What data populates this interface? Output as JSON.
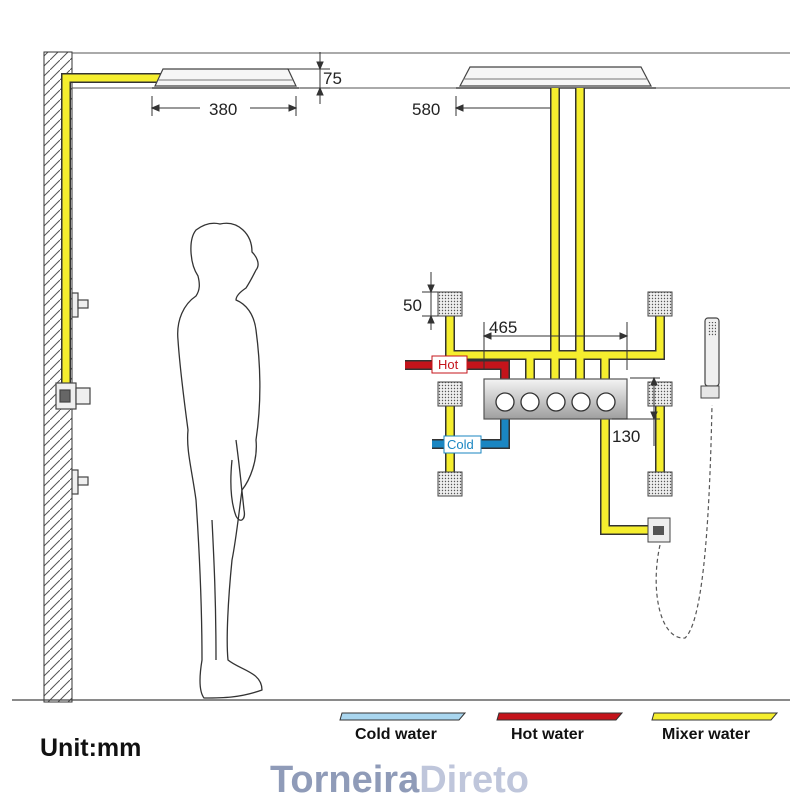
{
  "dimensions": {
    "ceiling_offset": "75",
    "rain_small_width": "380",
    "rain_large_width": "580",
    "jet_height": "50",
    "jet_spacing": "465",
    "valve_offset": "130"
  },
  "labels": {
    "hot": "Hot",
    "cold": "Cold"
  },
  "legend": {
    "cold": "Cold water",
    "hot": "Hot water",
    "mixer": "Mixer water"
  },
  "unit_text": "Unit:mm",
  "brand": {
    "part1": "Torneira",
    "part2": "Direto"
  },
  "colors": {
    "mixer": "#f5ee2e",
    "hot": "#c4141b",
    "cold": "#1a86c2",
    "cold_legend": "#a9d6ef",
    "brand1": "#8f9bb8",
    "brand2": "#bfc6db"
  },
  "icons": [
    "wall-hatch-icon",
    "rain-head-icon",
    "body-jet-icon",
    "thermostatic-valve-icon",
    "hand-shower-icon",
    "person-silhouette-icon"
  ]
}
